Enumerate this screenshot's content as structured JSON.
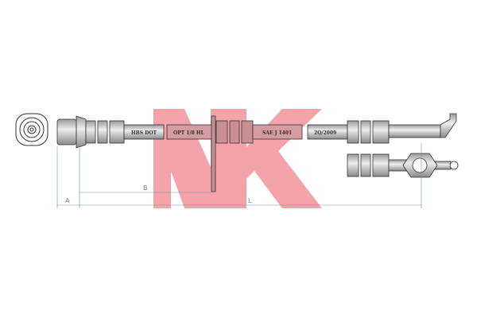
{
  "logo": {
    "text": "NK",
    "color": "#f4a3aa"
  },
  "hose_markings": [
    "HBS DOT",
    "OPT 1/8 HL",
    "SAE J 1401",
    "2Q/2009"
  ],
  "dimensions": {
    "a": "A",
    "b": "B",
    "l": "L"
  },
  "colors": {
    "metal": "#b8b8b8",
    "outline": "#333333",
    "dimension_line": "#6a9a9a"
  }
}
